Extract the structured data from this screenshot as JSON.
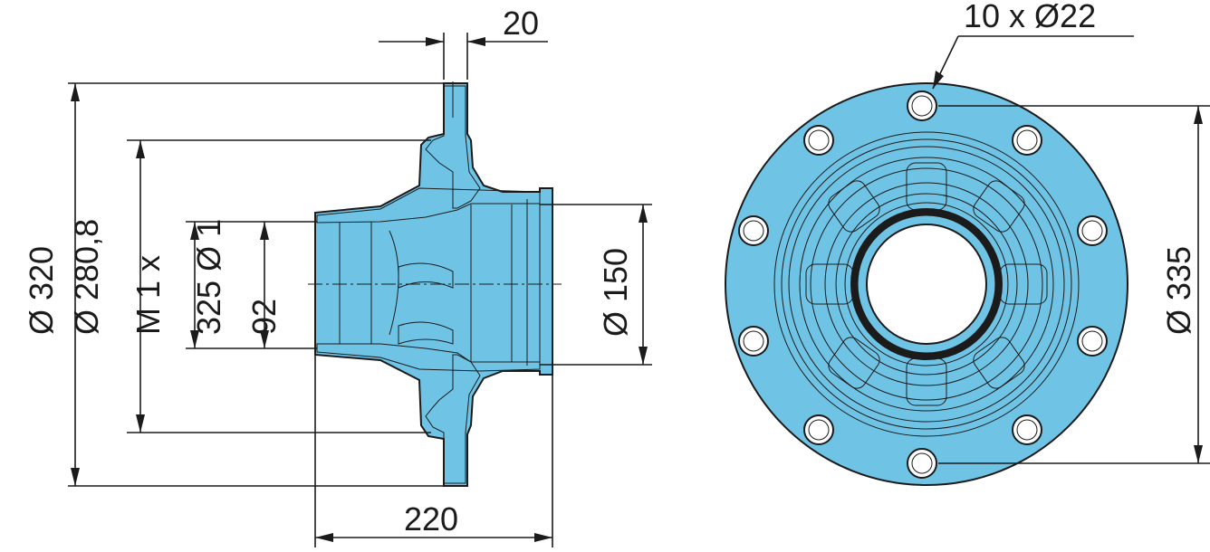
{
  "drawing": {
    "part_color": "#6fc4e6",
    "line_color": "#1b1b1b",
    "side_view": {
      "labels": {
        "flange_thickness": "20",
        "outer_diameter": "Ø 320",
        "pitch_diameter": "Ø 280,8",
        "thread": "M 1 x",
        "bore_diameter": "325 Ø 1",
        "inner_bore": "92",
        "seat_diameter": "Ø 150",
        "hub_length": "220"
      }
    },
    "front_view": {
      "labels": {
        "bolt_holes": "10 x Ø22",
        "bolt_circle": "Ø 335"
      }
    }
  }
}
